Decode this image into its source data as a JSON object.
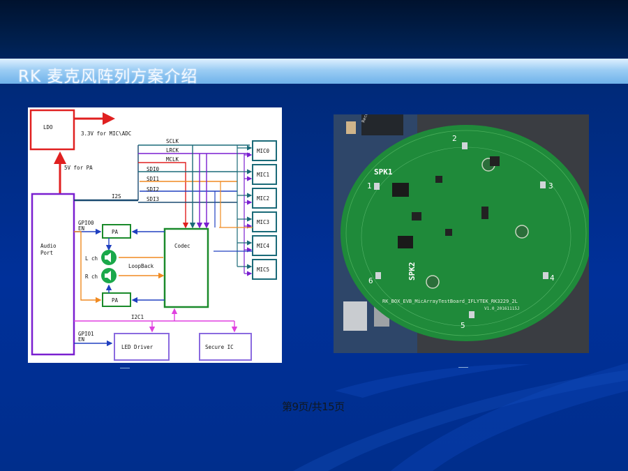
{
  "slide": {
    "title": "RK 麦克风阵列方案介绍",
    "footer": "第9页/共15页"
  },
  "diagram": {
    "ldo": "LDO",
    "rail_33": "3.3V for MIC\\ADC",
    "rail_5v": "5V for PA",
    "audio_port": [
      "Audio",
      "Port"
    ],
    "codec": "Codec",
    "pa_top": "PA",
    "pa_bottom": "PA",
    "l_ch": "L ch",
    "r_ch": "R ch",
    "loopback": "LoopBack",
    "gpio0": [
      "GPIO0",
      "EN"
    ],
    "gpio1": [
      "GPIO1",
      "EN"
    ],
    "i2s": "I2S",
    "i2c1": "I2C1",
    "signals": [
      "SCLK",
      "LRCK",
      "MCLK",
      "SDI0",
      "SDI1",
      "SDI2",
      "SDI3"
    ],
    "mics": [
      "MIC0",
      "MIC1",
      "MIC2",
      "MIC3",
      "MIC4",
      "MIC5"
    ],
    "led_driver": "LED Driver",
    "secure_ic": "Secure IC"
  },
  "photo": {
    "spk1": "SPK1",
    "spk2": "SPK2",
    "mic_numbers": [
      "1",
      "2",
      "3",
      "4",
      "5",
      "6"
    ],
    "board_text": "RK_BOX_EVB_MicArrayTestBoard_IFLYTEK_RK3229_2L",
    "version_text": "V1.0_20161115J",
    "recover_text": "Recover"
  },
  "colors": {
    "title_band": "#9ccdf4",
    "ldo_red": "#e02020",
    "port_purple": "#7a1fd0",
    "codec_green": "#1a8a2a",
    "mic_teal": "#1a6a78",
    "i2c_magenta": "#e040e0",
    "orange": "#f08a20",
    "blue": "#2040c0",
    "pcb_green": "#1f8a3a"
  }
}
